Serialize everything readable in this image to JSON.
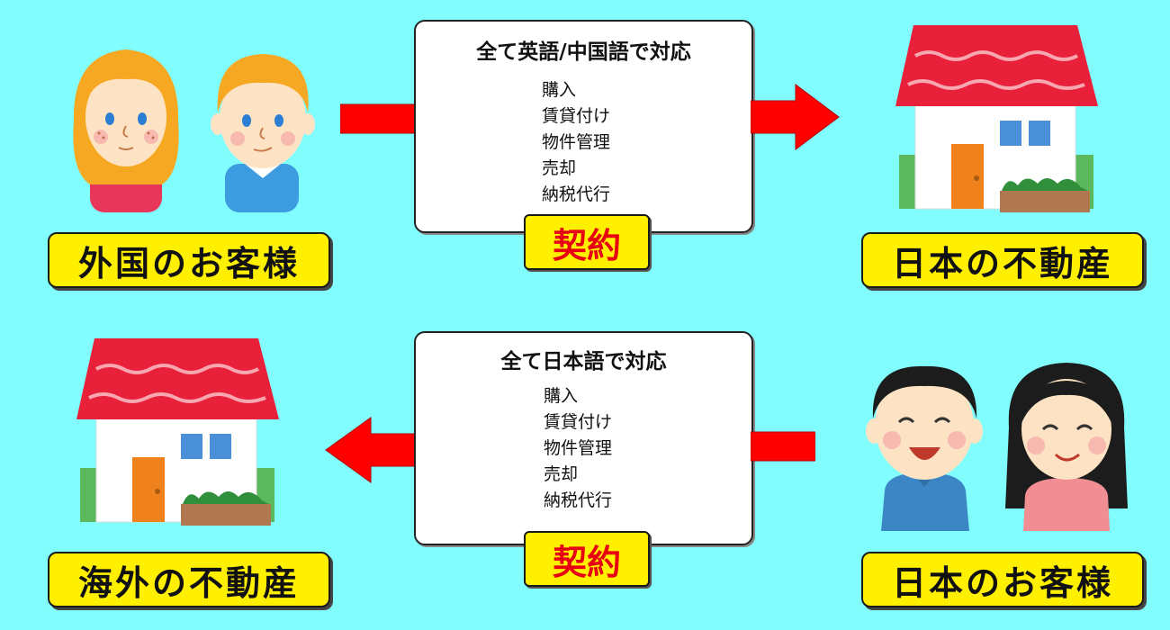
{
  "top_row": {
    "left_label": "外国のお客様",
    "right_label": "日本の不動産",
    "box": {
      "title": "全て英語/中国語で対応",
      "services": [
        "購入",
        "賃貸付け",
        "物件管理",
        "売却",
        "納税代行"
      ]
    },
    "contract_label": "契約",
    "arrow_direction": "right"
  },
  "bottom_row": {
    "left_label": "海外の不動産",
    "right_label": "日本のお客様",
    "box": {
      "title": "全て日本語で対応",
      "services": [
        "購入",
        "賃貸付け",
        "物件管理",
        "売却",
        "納税代行"
      ]
    },
    "contract_label": "契約",
    "arrow_direction": "left"
  },
  "colors": {
    "background": "#80fdfc",
    "label_fill": "#ffef00",
    "arrow": "#ff0000",
    "contract_text": "#e60012",
    "roof": "#e8203a"
  },
  "icons": {
    "foreign_customers": "blonde-children-illustration",
    "japanese_customers": "japanese-couple-illustration",
    "house": "house-illustration"
  }
}
